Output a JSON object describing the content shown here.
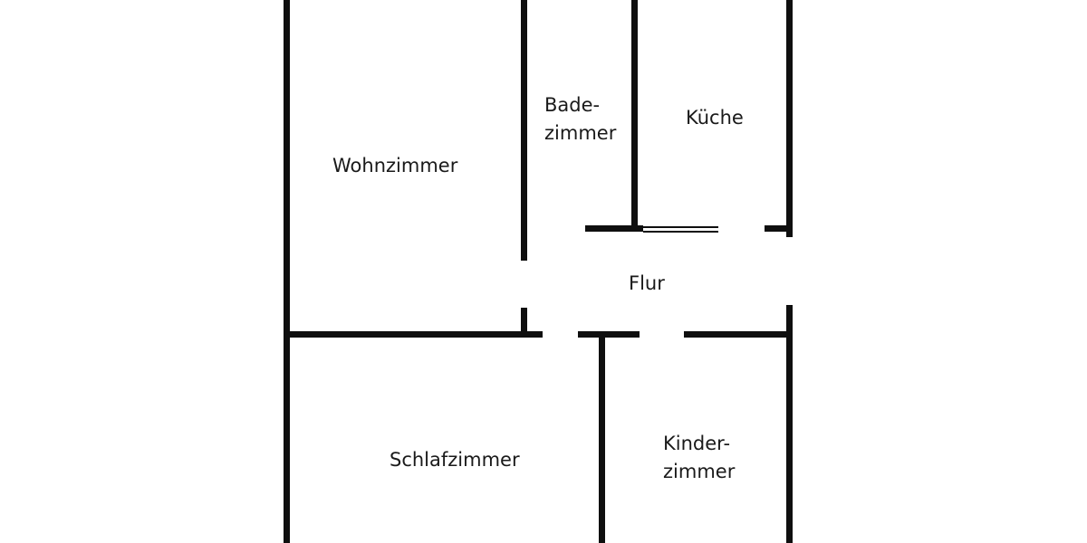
{
  "colors": {
    "wall": "#0f0f0f",
    "text": "#1a1a1a",
    "background": "#ffffff"
  },
  "rooms": {
    "wohnzimmer": {
      "lines": [
        "Wohnzimmer"
      ]
    },
    "badezimmer": {
      "lines": [
        "Bade-",
        "zimmer"
      ]
    },
    "kueche": {
      "lines": [
        "Küche"
      ]
    },
    "flur": {
      "lines": [
        "Flur"
      ]
    },
    "schlafzimmer": {
      "lines": [
        "Schlafzimmer"
      ]
    },
    "kinderzimmer": {
      "lines": [
        "Kinder-",
        "zimmer"
      ]
    }
  }
}
